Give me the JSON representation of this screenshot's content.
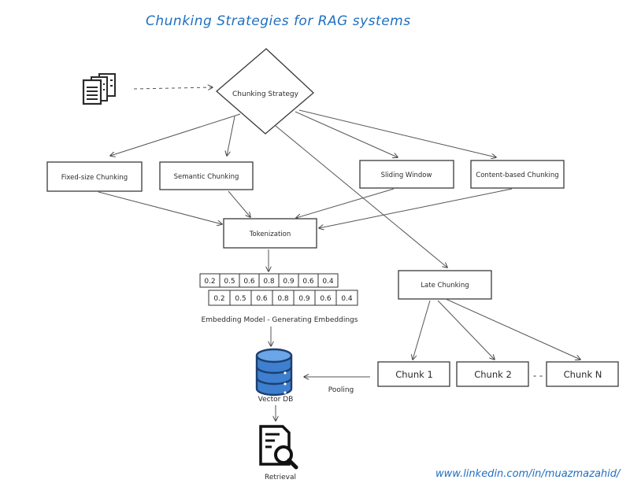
{
  "title": "Chunking Strategies for RAG systems",
  "nodes": {
    "strategy": "Chunking Strategy",
    "fixed": "Fixed-size Chunking",
    "semantic": "Semantic Chunking",
    "sliding": "Sliding Window",
    "content": "Content-based Chunking",
    "tokenization": "Tokenization",
    "late": "Late Chunking",
    "chunk1": "Chunk 1",
    "chunk2": "Chunk 2",
    "chunkN": "Chunk N",
    "chunk_ellipsis": "- -",
    "embedding": "Embedding Model - Generating Embeddings",
    "pooling": "Pooling",
    "vectordb": "Vector DB",
    "retrieval": "Retrieval"
  },
  "embedding_values": [
    "0.2",
    "0.5",
    "0.6",
    "0.8",
    "0.9",
    "0.6",
    "0.4"
  ],
  "footer_link": "www.linkedin.com/in/muazmazahid/",
  "colors": {
    "title": "#1f6fc0",
    "database_fill": "#3e7fcf",
    "database_dark": "#1c3f6e",
    "stroke": "#3a3a3a"
  },
  "icons": [
    "documents-icon",
    "database-icon",
    "retrieval-search-icon"
  ]
}
